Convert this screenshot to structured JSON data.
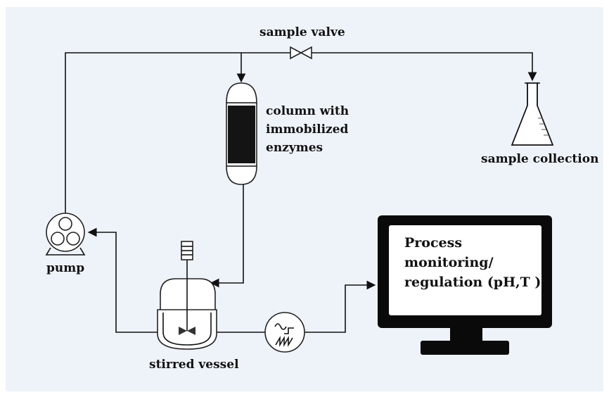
{
  "labels": {
    "sample_valve": "sample valve",
    "column_line1": "column with",
    "column_line2": "immobilized",
    "column_line3": "enzymes",
    "sample_collection": "sample collection",
    "pump": "pump",
    "stirred_vessel": "stirred vessel",
    "monitor_line1": "Process",
    "monitor_line2": "monitoring/",
    "monitor_line3": "regulation (pH,T )"
  },
  "colors": {
    "background": "#eef3f9",
    "stroke": "#111111",
    "monitor_frame": "#0a0a0a",
    "packing": "#141414"
  },
  "icons": [
    "pump-icon",
    "valve-icon",
    "column-icon",
    "flask-icon",
    "stirred-vessel-icon",
    "signal-converter-icon",
    "monitor-icon"
  ]
}
